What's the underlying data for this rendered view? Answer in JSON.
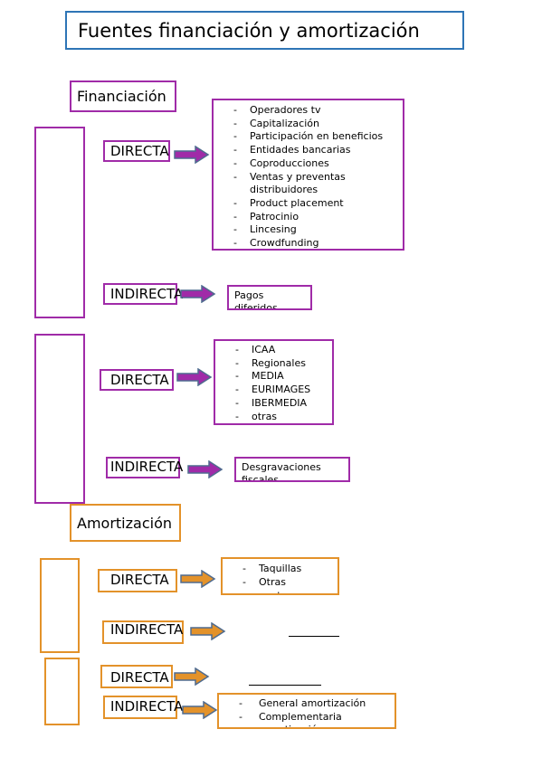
{
  "title": "Fuentes financiación y amortización",
  "financiacion": {
    "heading": "Financiación",
    "group1": {
      "directa_label": "DIRECTA",
      "directa_items": [
        "Operadores tv",
        "Capitalización",
        "Participación en beneficios",
        "Entidades bancarias",
        "Coproducciones",
        "Ventas y preventas distribuidores",
        "Product placement",
        "Patrocinio",
        "Lincesing",
        "Crowdfunding"
      ],
      "indirecta_label": "INDIRECTA",
      "indirecta_text": "Pagos diferidos"
    },
    "group2": {
      "directa_label": "DIRECTA",
      "directa_items": [
        "ICAA",
        "Regionales",
        "MEDIA",
        "EURIMAGES",
        "IBERMEDIA",
        "otras"
      ],
      "indirecta_label": "INDIRECTA",
      "indirecta_text": "Desgravaciones fiscales"
    }
  },
  "amortizacion": {
    "heading": "Amortización",
    "group1": {
      "directa_label": "DIRECTA",
      "directa_items": [
        "Taquillas",
        "Otras ventanas"
      ],
      "indirecta_label": "INDIRECTA"
    },
    "group2": {
      "directa_label": "DIRECTA",
      "indirecta_label": "INDIRECTA",
      "indirecta_items": [
        "General amortización",
        "Complementaria amortización"
      ]
    }
  },
  "colors": {
    "title_border": "#2e75b6",
    "financiacion": "#a02ba8",
    "amortizacion": "#e3922a",
    "arrow_outline": "#4f6b8f"
  }
}
